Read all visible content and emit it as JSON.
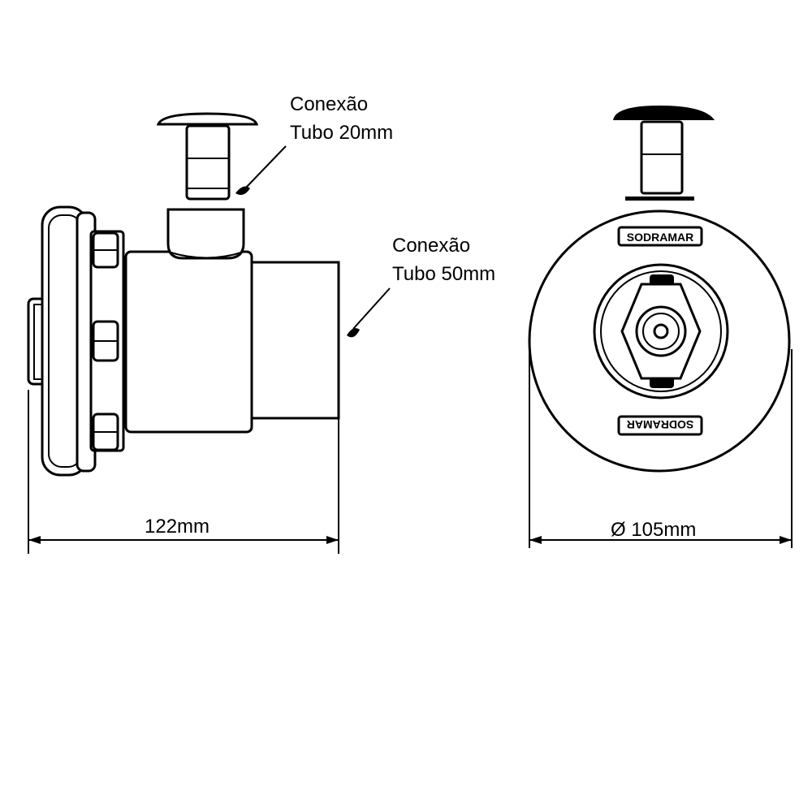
{
  "labels": {
    "connection_20": {
      "line1": "Conexão",
      "line2": "Tubo 20mm"
    },
    "connection_50": {
      "line1": "Conexão",
      "line2": "Tubo 50mm"
    }
  },
  "dimensions": {
    "length": "122mm",
    "diameter": "Ø 105mm"
  },
  "brand_logo": "SODRAMAR",
  "colors": {
    "line": "#000000",
    "background": "#ffffff"
  }
}
